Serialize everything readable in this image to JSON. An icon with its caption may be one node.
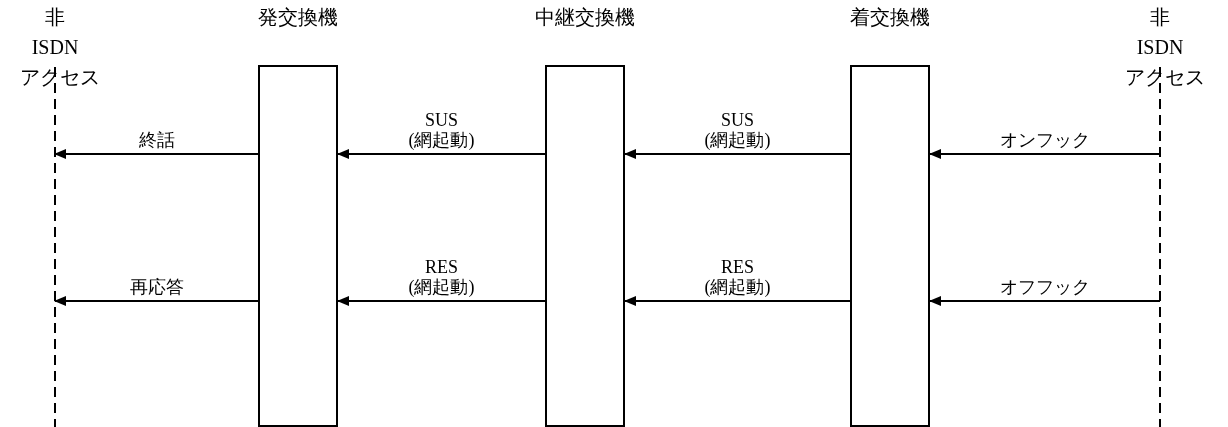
{
  "diagram": {
    "nodes": [
      {
        "text": [
          "非 ISDN アクセス"
        ]
      },
      {
        "text": [
          "発交換機"
        ]
      },
      {
        "text": [
          "中継交換機"
        ]
      },
      {
        "text": [
          "着交換機"
        ]
      },
      {
        "text": [
          "非 ISDN アクセス"
        ]
      }
    ],
    "edges": [
      {
        "from": 1,
        "to": 0,
        "arrow": "to",
        "label": "終話"
      },
      {
        "from": 2,
        "to": 1,
        "arrow": "to",
        "label": "SUS (網起動)"
      },
      {
        "from": 3,
        "to": 2,
        "arrow": "to",
        "label": "SUS (網起動)"
      },
      {
        "from": 4,
        "to": 3,
        "arrow": "to",
        "label": "オンフック"
      },
      {
        "from": 1,
        "to": 0,
        "arrow": "to",
        "label": "再応答"
      },
      {
        "from": 2,
        "to": 1,
        "arrow": "to",
        "label": "RES (網起動)"
      },
      {
        "from": 3,
        "to": 2,
        "arrow": "to",
        "label": "RES (網起動)"
      },
      {
        "from": 4,
        "to": 3,
        "arrow": "to",
        "label": "オフフック"
      }
    ]
  }
}
